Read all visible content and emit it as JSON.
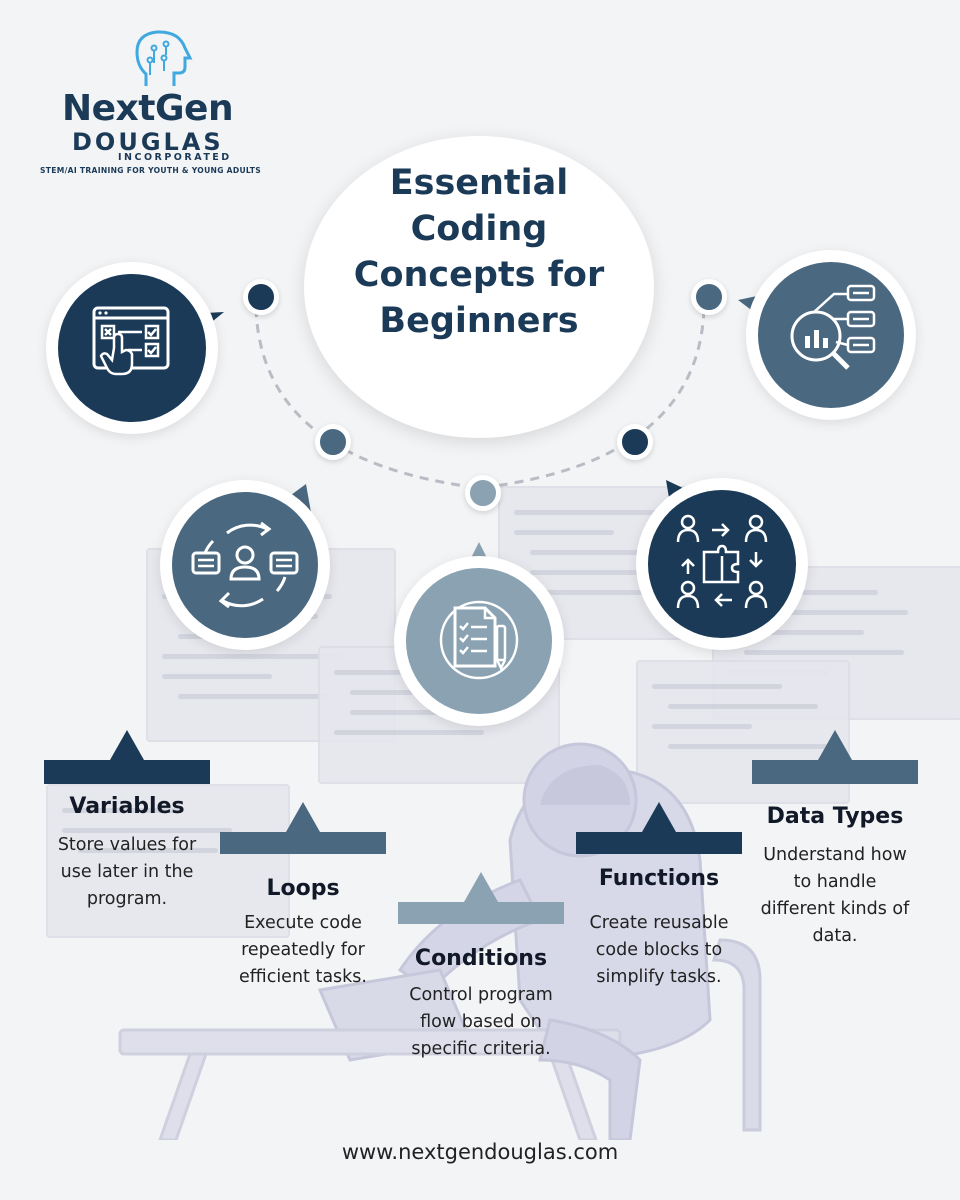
{
  "logo": {
    "name": "NextGen",
    "line2": "DOUGLAS",
    "line3": "INCORPORATED",
    "tagline": "STEM/AI TRAINING FOR YOUTH & YOUNG ADULTS"
  },
  "title": {
    "line1": "Essential",
    "line2": "Coding",
    "line3": "Concepts for",
    "line4": "Beginners"
  },
  "concepts": [
    {
      "heading": "Variables",
      "desc1": "Store values for",
      "desc2": "use later in the",
      "desc3": "program.",
      "icon": "checklist-window-icon"
    },
    {
      "heading": "Loops",
      "desc1": "Execute code",
      "desc2": "repeatedly for",
      "desc3": "efficient tasks.",
      "icon": "cycle-person-icon"
    },
    {
      "heading": "Conditions",
      "desc1": "Control program",
      "desc2": "flow based on",
      "desc3": "specific criteria.",
      "icon": "checklist-pencil-icon"
    },
    {
      "heading": "Functions",
      "desc1": "Create reusable",
      "desc2": "code blocks to",
      "desc3": "simplify tasks.",
      "icon": "puzzle-team-icon"
    },
    {
      "heading": "Data Types",
      "desc1": "Understand how",
      "desc2": "to handle",
      "desc3": "different kinds of",
      "desc4": "data.",
      "icon": "magnifier-chart-icon"
    }
  ],
  "footer": {
    "url": "www.nextgendouglas.com"
  },
  "colors": {
    "navy": "#1b3a57",
    "slate": "#4a6880",
    "grey_blue": "#8aa2b2",
    "background": "#f3f4f6"
  }
}
